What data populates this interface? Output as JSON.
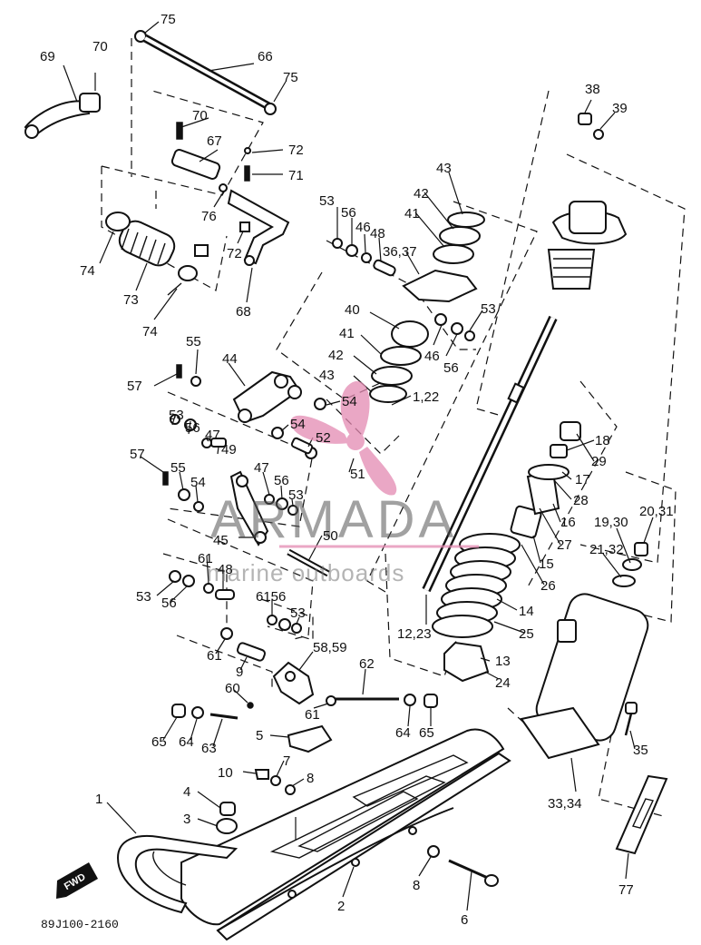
{
  "diagram": {
    "reference_code": "89J100-2160",
    "forward_arrow": "FWD",
    "watermark": {
      "brand": "ARMADA",
      "subtitle": "marine outboards",
      "logo_color": "#e48ab2"
    },
    "labels": {
      "l75a": "75",
      "l70a": "70",
      "l69": "69",
      "l66": "66",
      "l75b": "75",
      "l70b": "70",
      "l67": "67",
      "l72a": "72",
      "l71": "71",
      "l76": "76",
      "l72b": "72",
      "l74a": "74",
      "l73": "73",
      "l74b": "74",
      "l68": "68",
      "l43a": "43",
      "l42a": "42",
      "l41a": "41",
      "l53a": "53",
      "l56a": "56",
      "l46a": "46",
      "l48a": "48",
      "l3637": "36,37",
      "l53b": "53",
      "l46b": "46",
      "l56b": "56",
      "l40": "40",
      "l41b": "41",
      "l42b": "42",
      "l43b": "43",
      "l122": "1,22",
      "l54a": "54",
      "l54b": "54",
      "l52": "52",
      "l51": "51",
      "l55a": "55",
      "l57a": "57",
      "l44": "44",
      "l53c": "53",
      "l56c": "56",
      "l47a": "47",
      "l49": "49",
      "l57b": "57",
      "l55b": "55",
      "l54c": "54",
      "l47b": "47",
      "l56d": "56",
      "l53d": "53",
      "l45": "45",
      "l50": "50",
      "l61a": "61",
      "l48b": "48",
      "l53e": "53",
      "l56e": "56",
      "l61b": "61",
      "l9": "9",
      "l6156": "6156",
      "l53f": "53",
      "l5859": "58,59",
      "l62": "62",
      "l60": "60",
      "l61c": "61",
      "l65a": "65",
      "l64a": "64",
      "l63": "63",
      "l64b": "64",
      "l65b": "65",
      "l5": "5",
      "l7": "7",
      "l10": "10",
      "l8a": "8",
      "l4": "4",
      "l3": "3",
      "l1": "1",
      "l8b": "8",
      "l2": "2",
      "l6": "6",
      "l38": "38",
      "l39": "39",
      "l1223": "12,23",
      "l13": "13",
      "l24": "24",
      "l14": "14",
      "l25": "25",
      "l15": "15",
      "l26": "26",
      "l16": "16",
      "l27": "27",
      "l17": "17",
      "l28": "28",
      "l18": "18",
      "l29": "29",
      "l1930": "19,30",
      "l2031": "20,31",
      "l2132": "21,32",
      "l35": "35",
      "l3334": "33,34",
      "l77": "77"
    }
  }
}
